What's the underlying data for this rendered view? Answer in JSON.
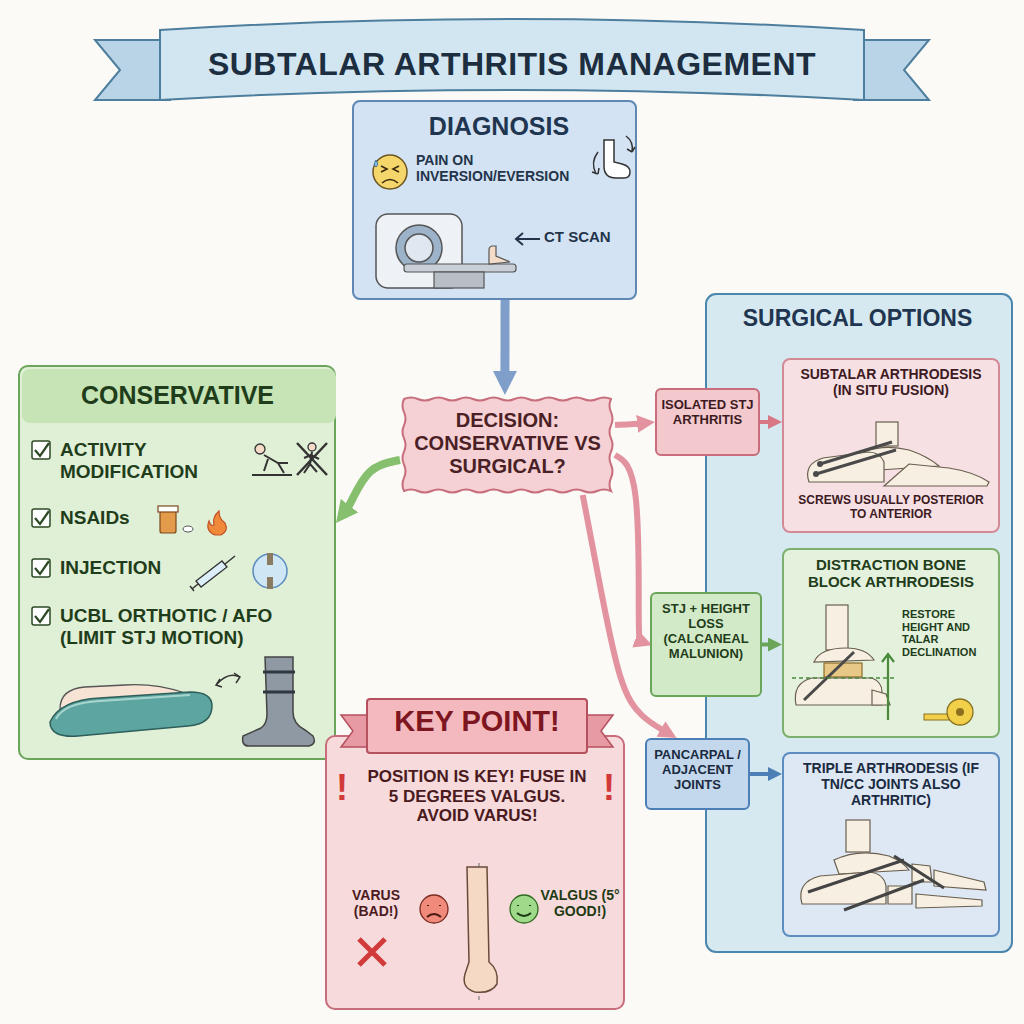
{
  "diagram": {
    "title": "SUBTALAR ARTHRITIS MANAGEMENT",
    "nodes": [
      {
        "text": [
          "DIAGNOSIS",
          "PAIN ON INVERSION/EVERSION",
          "CT SCAN"
        ]
      },
      {
        "text": [
          "SURGICAL OPTIONS"
        ]
      },
      {
        "text": [
          "CONSERVATIVE",
          "ACTIVITY MODIFICATION",
          "NSAIDs",
          "INJECTION",
          "UCBL ORTHOTIC / AFO (LIMIT STJ MOTION)"
        ]
      },
      {
        "text": [
          "DECISION: CONSERVATIVE VS SURGICAL?"
        ]
      },
      {
        "text": [
          "ISOLATED STJ ARTHRITIS"
        ]
      },
      {
        "text": [
          "SUBTALAR ARTHRODESIS (IN SITU FUSION)",
          "SCREWS USUALLY POSTERIOR TO ANTERIOR"
        ],
        "in": 1
      },
      {
        "text": [
          "STJ + HEIGHT LOSS (CALCANEAL MALUNION)"
        ]
      },
      {
        "text": [
          "DISTRACTION BONE BLOCK ARTHRODESIS",
          "RESTORE HEIGHT AND TALAR DECLINATION"
        ],
        "in": 1
      },
      {
        "text": [
          "PANCARPAL / ADJACENT JOINTS"
        ]
      },
      {
        "text": [
          "TRIPLE ARTHRODESIS (IF TN/CC JOINTS ALSO ARTHRITIC)"
        ],
        "in": 1
      },
      {
        "text": [
          "KEY POINT!",
          "POSITION IS KEY! FUSE IN 5 DEGREES VALGUS. AVOID VARUS!",
          "VARUS (BAD!)",
          "VALGUS (5° GOOD!)"
        ]
      }
    ],
    "edges": [
      {
        "from": 0,
        "to": 3,
        "arrow": "to"
      },
      {
        "from": 3,
        "to": 2,
        "arrow": "to"
      },
      {
        "from": 3,
        "to": 4,
        "arrow": "to"
      },
      {
        "from": 3,
        "to": 6,
        "arrow": "to"
      },
      {
        "from": 3,
        "to": 8,
        "arrow": "to"
      },
      {
        "from": 4,
        "to": 5,
        "arrow": "to"
      },
      {
        "from": 6,
        "to": 7,
        "arrow": "to"
      },
      {
        "from": 8,
        "to": 9,
        "arrow": "to"
      }
    ],
    "labels": [
      "!",
      "!"
    ]
  }
}
